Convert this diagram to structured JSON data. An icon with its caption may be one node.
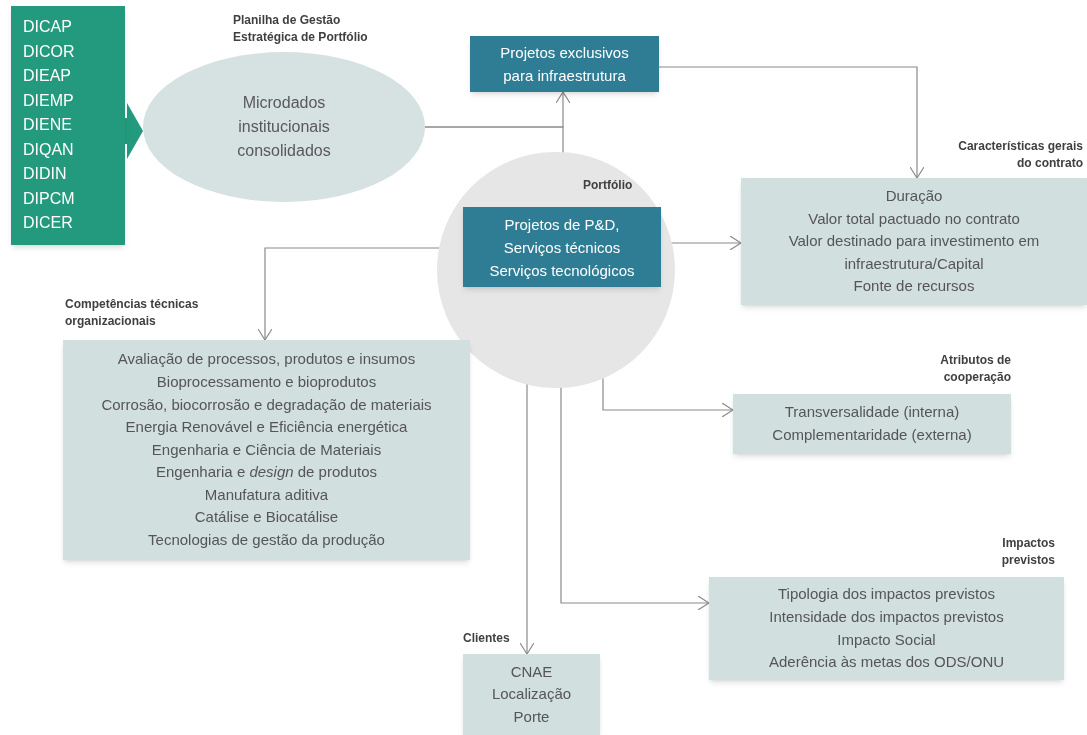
{
  "diagram": {
    "nodes": [
      {
        "text": [
          "DICAP",
          "DICOR",
          "DIEAP",
          "DIEMP",
          "DIENE",
          "DIQAN",
          "DIDIN",
          "DIPCM",
          "DICER"
        ]
      },
      {
        "text": [
          "Planilha de Gestão Estratégica de Portfólio",
          "Microdados institucionais consolidados"
        ]
      },
      {
        "text": [
          "Projetos exclusivos para infraestrutura"
        ]
      },
      {
        "text": [
          "Portfólio"
        ]
      },
      {
        "text": [
          "Projetos de P&D,",
          "Serviços técnicos",
          "Serviços tecnológicos"
        ],
        "in": 3
      },
      {
        "text": [
          "Características gerais do contrato",
          "Duração",
          "Valor total pactuado no contrato",
          "Valor destinado para investimento em infraestrutura/Capital",
          "Fonte de recursos"
        ]
      },
      {
        "text": [
          "Competências técnicas organizacionais",
          "Avaliação de processos, produtos e insumos",
          "Bioprocessamento e bioprodutos",
          "Corrosão, biocorrosão e degradação de materiais",
          "Energia Renovável e Eficiência energética",
          "Engenharia e Ciência de Materiais",
          "Engenharia e *design* de produtos",
          "Manufatura aditiva",
          "Catálise e Biocatálise",
          "Tecnologias de gestão da produção"
        ]
      },
      {
        "text": [
          "Atributos de cooperação",
          "Transversalidade (interna)",
          "Complementaridade (externa)"
        ]
      },
      {
        "text": [
          "Impactos previstos",
          "Tipologia dos impactos previstos",
          "Intensidade dos impactos previstos",
          "Impacto Social",
          "Aderência às metas dos ODS/ONU"
        ]
      },
      {
        "text": [
          "Clientes",
          "CNAE",
          "Localização",
          "Porte"
        ]
      }
    ],
    "edges": [
      {
        "from": 0,
        "to": 1,
        "arrow": "to",
        "style": "thick",
        "color": "#239a7e"
      },
      {
        "from": 1,
        "to": 2,
        "arrow": "to"
      },
      {
        "from": 1,
        "to": 4,
        "arrow": "to"
      },
      {
        "from": 2,
        "to": 5,
        "arrow": "to"
      },
      {
        "from": 4,
        "to": 5,
        "arrow": "to"
      },
      {
        "from": 4,
        "to": 6,
        "arrow": "to"
      },
      {
        "from": 4,
        "to": 9,
        "arrow": "to"
      },
      {
        "from": 4,
        "to": 8,
        "arrow": "to"
      },
      {
        "from": 4,
        "to": 7,
        "arrow": "to"
      }
    ]
  }
}
